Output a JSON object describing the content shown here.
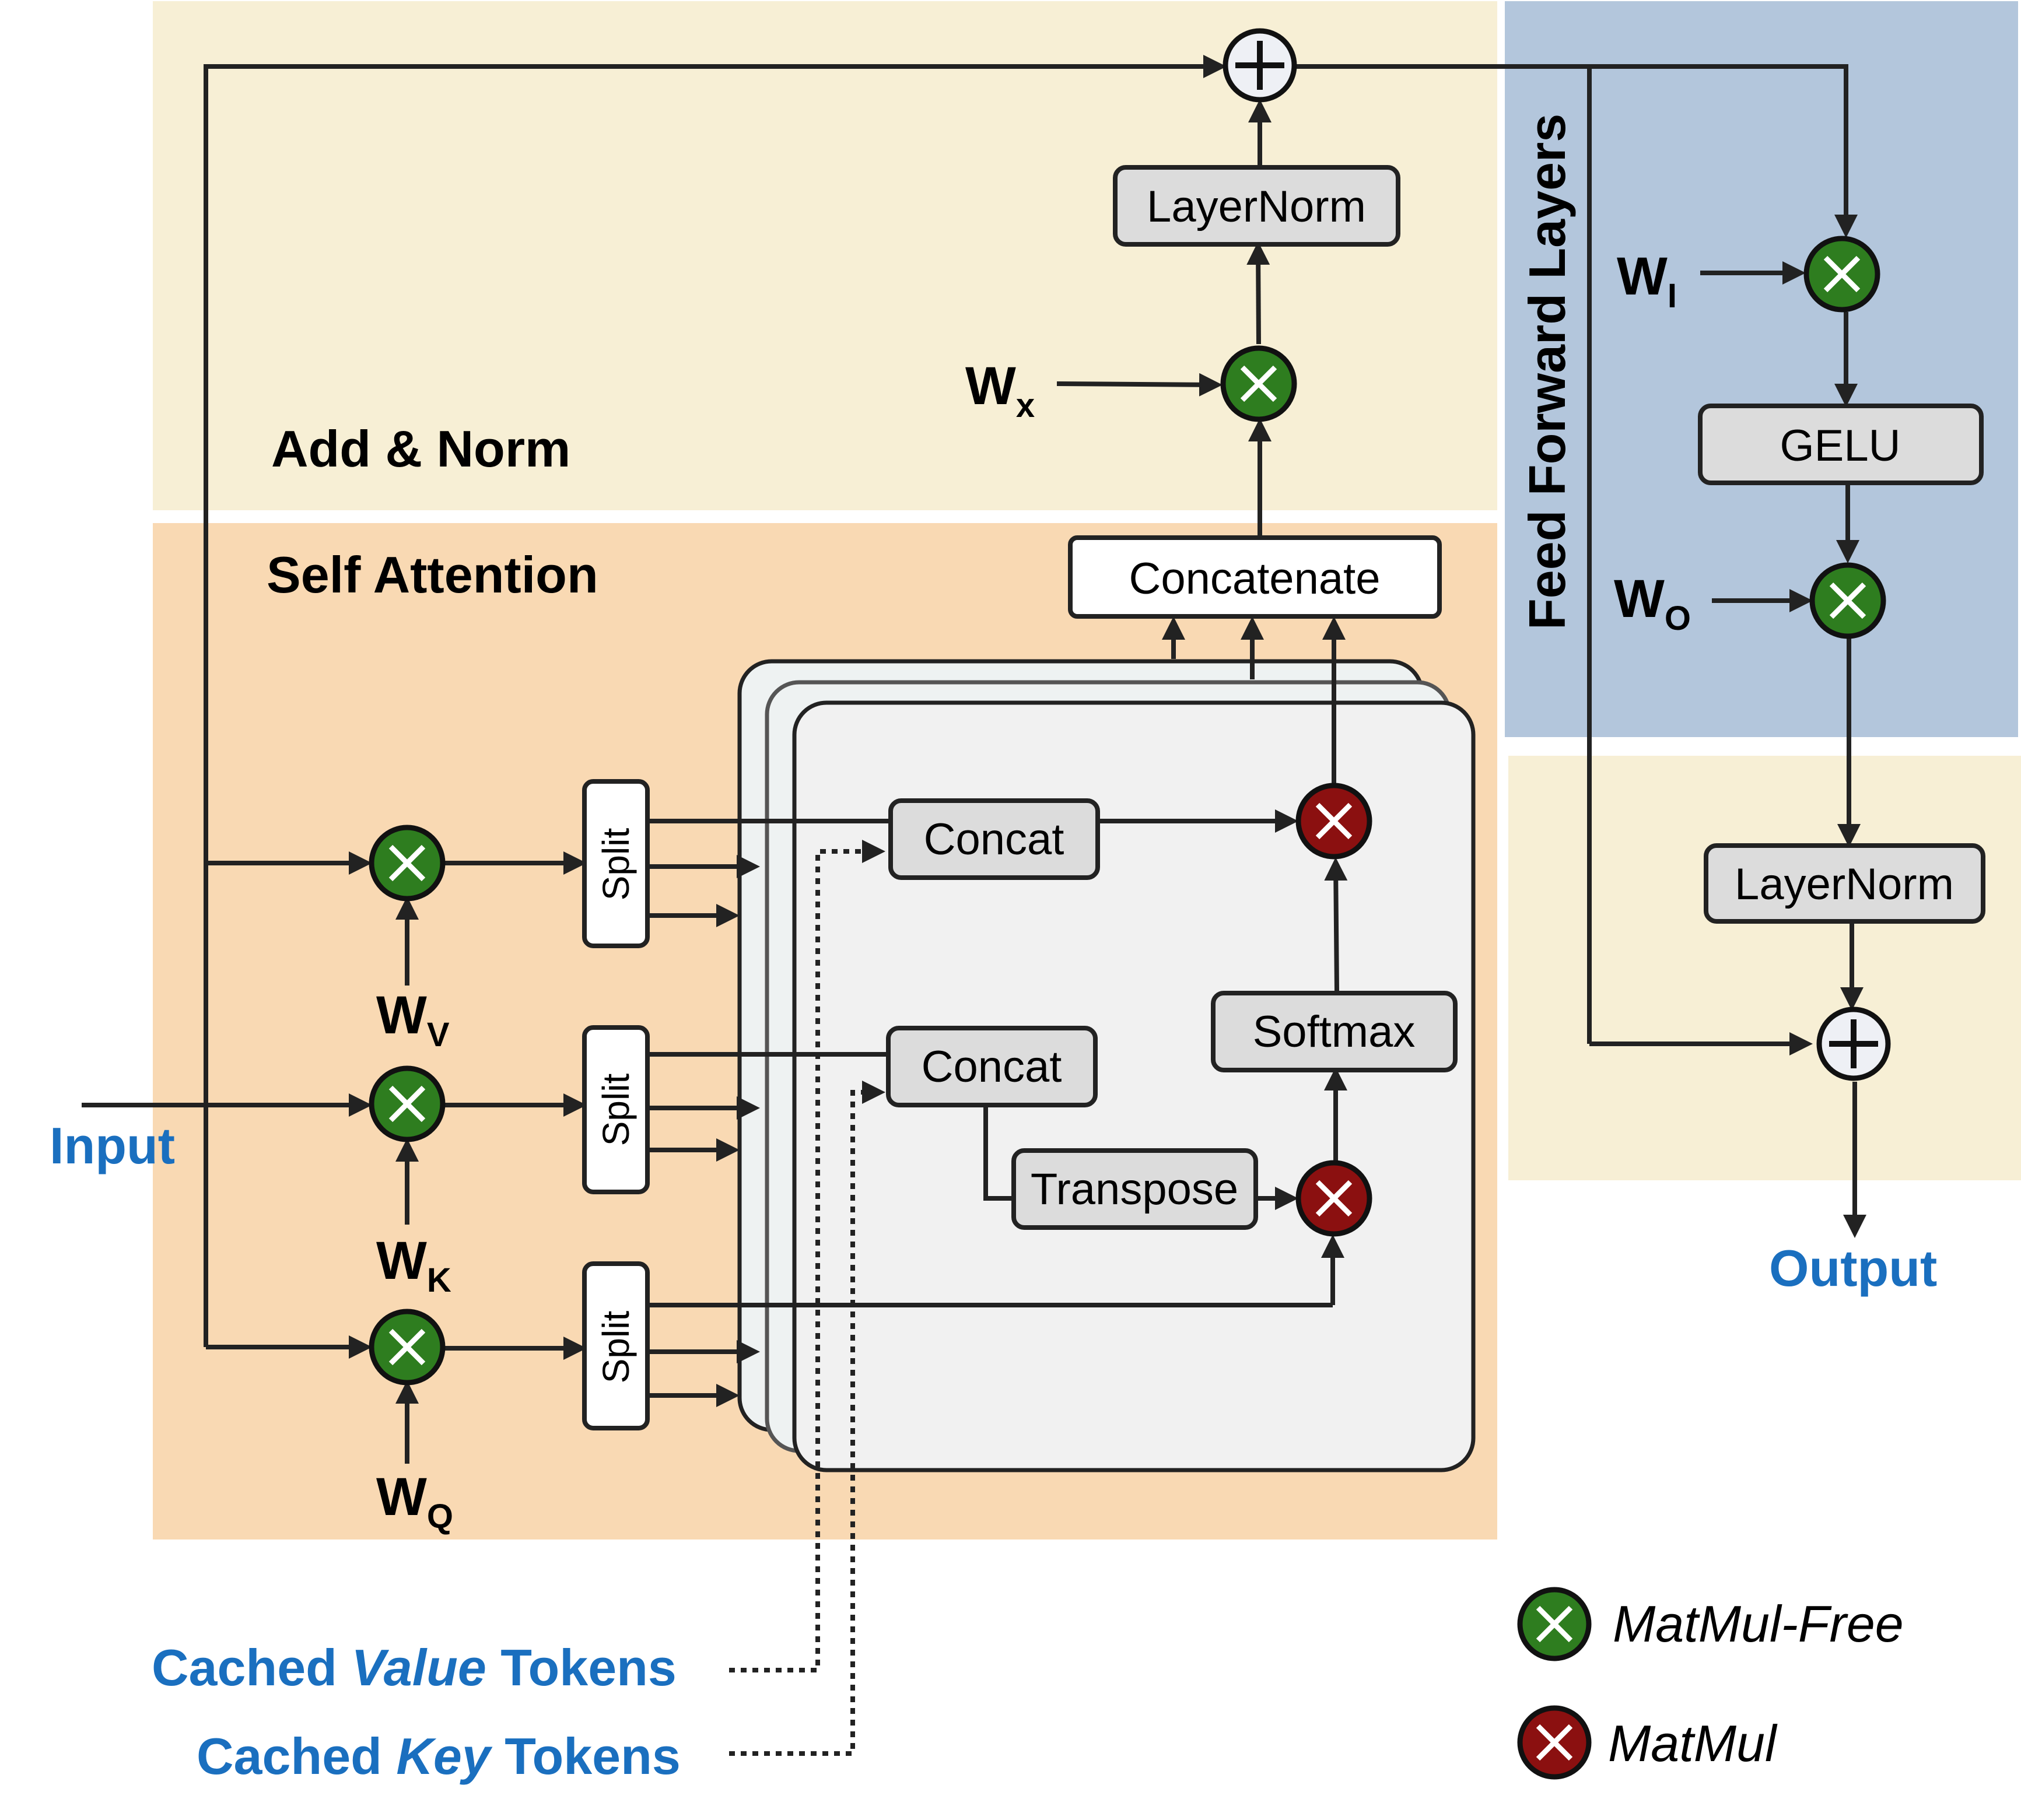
{
  "sections": {
    "add_norm": "Add & Norm",
    "self_attention": "Self Attention",
    "feed_forward": "Feed Forward Layers"
  },
  "io": {
    "input": "Input",
    "output": "Output",
    "cached_value": {
      "prefix": "Cached ",
      "emph": "Value",
      "suffix": " Tokens"
    },
    "cached_key": {
      "prefix": "Cached ",
      "emph": "Key",
      "suffix": " Tokens"
    }
  },
  "blocks": {
    "layernorm_top": "LayerNorm",
    "concatenate": "Concatenate",
    "concat_value": "Concat",
    "concat_key": "Concat",
    "transpose": "Transpose",
    "softmax": "Softmax",
    "split": "Split",
    "gelu": "GELU",
    "layernorm_ffn": "LayerNorm"
  },
  "weights": {
    "wx": {
      "main": "W",
      "sub": "x"
    },
    "wv": {
      "main": "W",
      "sub": "V"
    },
    "wk": {
      "main": "W",
      "sub": "K"
    },
    "wq": {
      "main": "W",
      "sub": "Q"
    },
    "wi": {
      "main": "W",
      "sub": "I"
    },
    "wo": {
      "main": "W",
      "sub": "O"
    }
  },
  "legend": {
    "matmul_free": "MatMul-Free",
    "matmul": "MatMul"
  },
  "colors": {
    "add_norm_bg": "#f7efd5",
    "self_attention_bg": "#f9d9b3",
    "feed_forward_bg": "#b3c6dc",
    "matmul_free": "#2e7d1f",
    "matmul": "#8b1010",
    "io_blue": "#1a6fbf",
    "block_fill": "#dcdcdc"
  },
  "icons": {
    "matmul_free": "green-cross-circle-icon",
    "matmul": "red-cross-circle-icon",
    "add": "plus-circle-icon"
  }
}
